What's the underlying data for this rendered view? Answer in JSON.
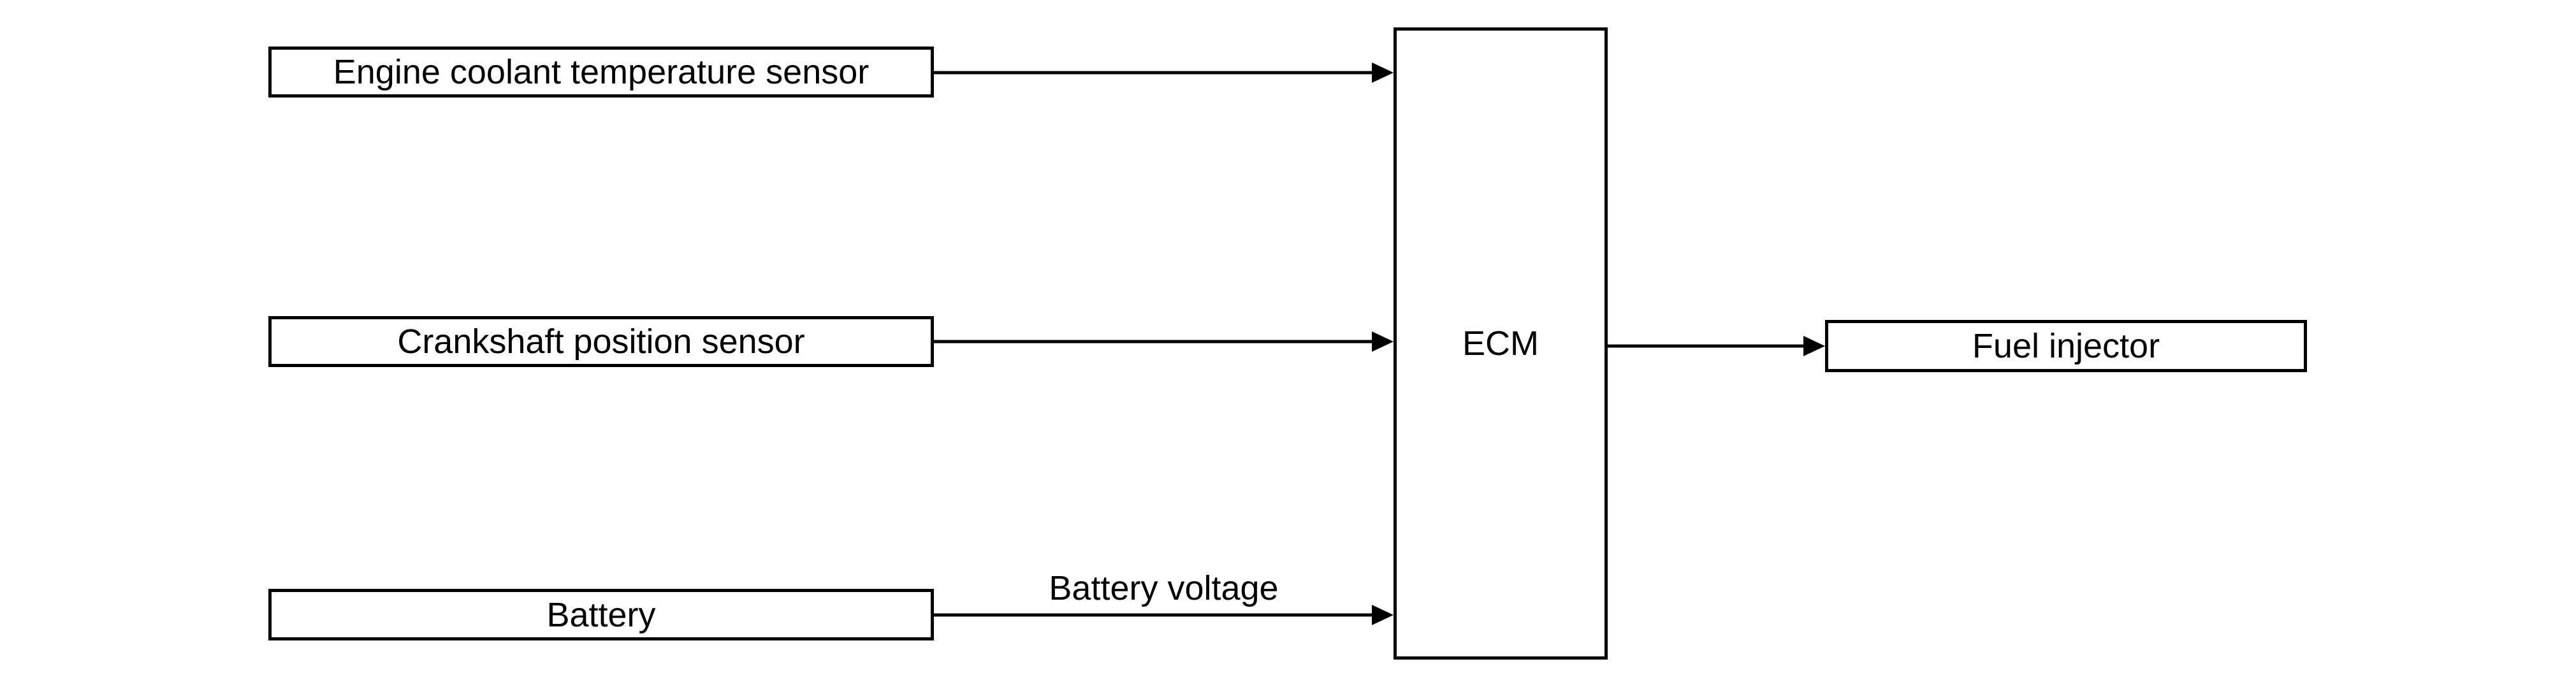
{
  "diagram": {
    "type": "block-diagram",
    "nodes": [
      {
        "id": "ect",
        "label": "Engine coolant temperature sensor"
      },
      {
        "id": "cps",
        "label": "Crankshaft position sensor"
      },
      {
        "id": "battery",
        "label": "Battery"
      },
      {
        "id": "ecm",
        "label": "ECM"
      },
      {
        "id": "fuel_injector",
        "label": "Fuel injector"
      }
    ],
    "edges": [
      {
        "from": "ect",
        "to": "ecm",
        "label": ""
      },
      {
        "from": "cps",
        "to": "ecm",
        "label": ""
      },
      {
        "from": "battery",
        "to": "ecm",
        "label": "Battery voltage"
      },
      {
        "from": "ecm",
        "to": "fuel_injector",
        "label": ""
      }
    ],
    "colors": {
      "line": "#000000",
      "box_border": "#000000",
      "box_fill": "#ffffff",
      "background": "#ffffff",
      "text": "#000000"
    }
  }
}
